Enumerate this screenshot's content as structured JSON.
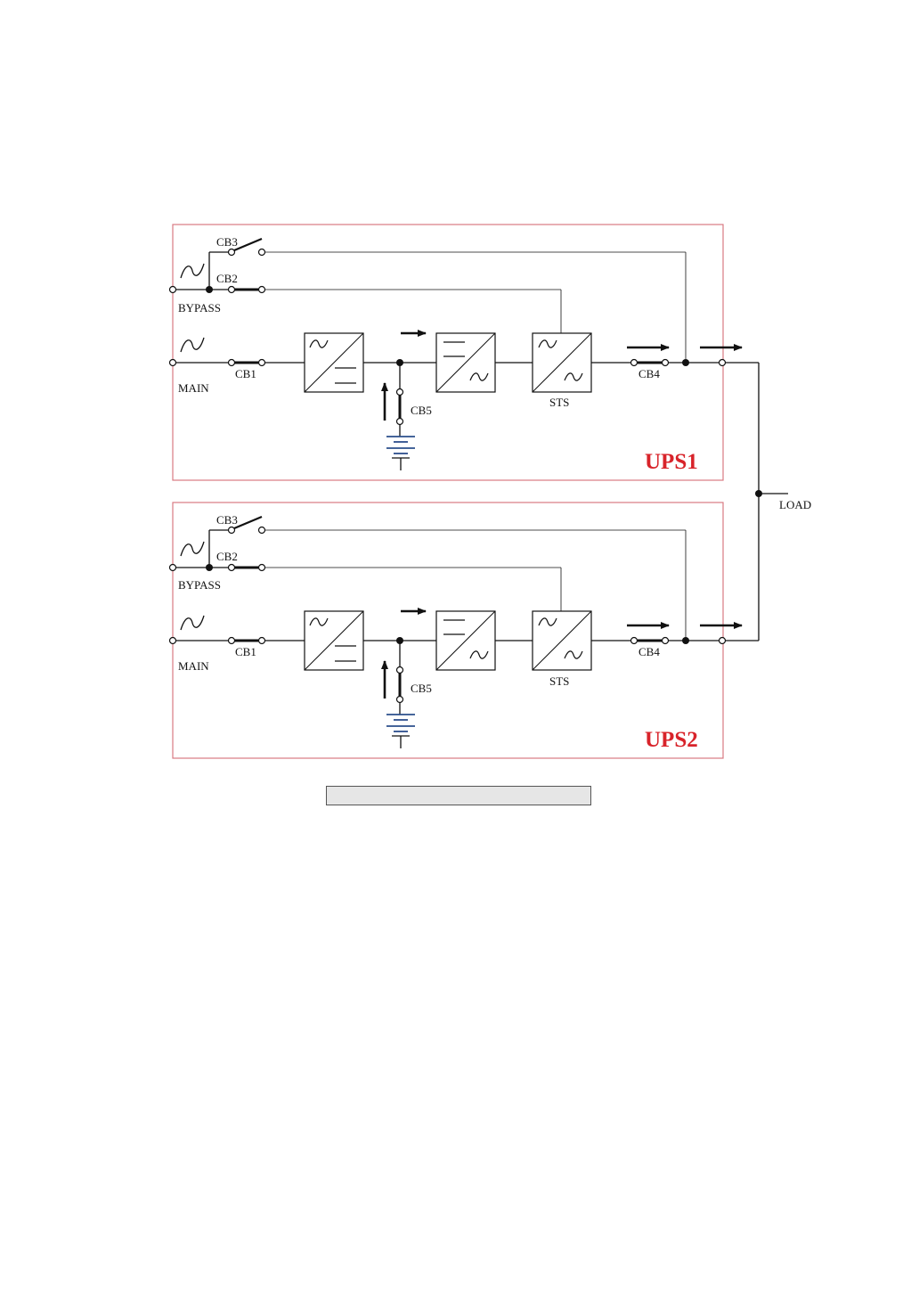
{
  "colors": {
    "line": "#111111",
    "frame": "#d87a82",
    "title": "#d8232a",
    "battery": "#2c4f8c",
    "caption_bg": "#e6e6e6"
  },
  "icons": [
    "ac-sine-icon",
    "rectifier-icon",
    "inverter-icon",
    "sts-icon",
    "battery-icon",
    "power-flow-arrow-icon"
  ],
  "load_label": "LOAD",
  "units": [
    {
      "title": "UPS1",
      "labels": {
        "cb1": "CB1",
        "cb2": "CB2",
        "cb3": "CB3",
        "cb4": "CB4",
        "cb5": "CB5",
        "bypass": "BYPASS",
        "main": "MAIN",
        "sts": "STS"
      }
    },
    {
      "title": "UPS2",
      "labels": {
        "cb1": "CB1",
        "cb2": "CB2",
        "cb3": "CB3",
        "cb4": "CB4",
        "cb5": "CB5",
        "bypass": "BYPASS",
        "main": "MAIN",
        "sts": "STS"
      }
    }
  ],
  "caption": ""
}
